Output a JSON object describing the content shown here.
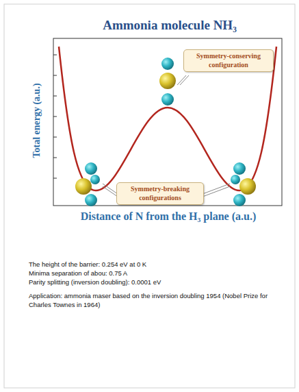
{
  "diagram": {
    "title": "Ammonia molecule NH₃",
    "nodes": [
      {
        "text": [
          "Symmetry-conserving configuration"
        ]
      },
      {
        "text": [
          "Symmetry-breaking configurations"
        ]
      }
    ],
    "labels": [
      "Total energy (a.u.)",
      "Distance of N from the H₃ plane (a.u.)",
      "The height of the barrier: 0.254 eV at 0 K",
      "Minima separation of abou: 0.75 A",
      "Parity splitting (inversion doubling): 0.0001 eV",
      "Application: ammonia maser based on the inversion doubling 1954 (Nobel Prize for Charles Townes in 1964)"
    ]
  }
}
